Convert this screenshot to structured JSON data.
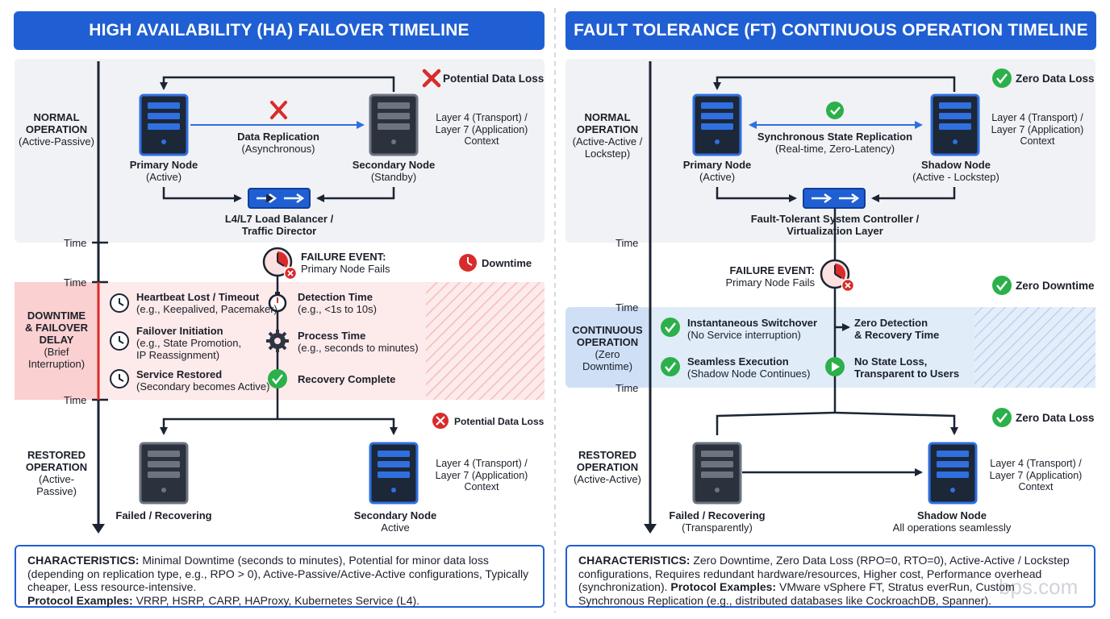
{
  "left": {
    "title": "HIGH AVAILABILITY (HA) FAILOVER TIMELINE",
    "normal_phase": "NORMAL OPERATION (Active-Passive)",
    "normal_phase_l1": "NORMAL",
    "normal_phase_l2": "OPERATION",
    "normal_phase_l3": "(Active-Passive)",
    "data_loss_top": "Potential Data Loss",
    "primary_label": "Primary Node",
    "primary_sub": "(Active)",
    "secondary_label": "Secondary Node",
    "secondary_sub": "(Standby)",
    "replication_label": "Data Replication",
    "replication_sub": "(Asynchronous)",
    "context_l1": "Layer 4 (Transport) /",
    "context_l2": "Layer 7 (Application)",
    "context_l3": "Context",
    "lb_l1": "L4/L7 Load Balancer /",
    "lb_l2": "Traffic Director",
    "time_label": "Time",
    "failure_title": "FAILURE EVENT:",
    "failure_sub": "Primary Node Fails",
    "downtime_badge": "Downtime",
    "delay_l1": "DOWNTIME",
    "delay_l2": "& FAILOVER",
    "delay_l3": "DELAY",
    "delay_l4": "(Brief",
    "delay_l5": "Interruption)",
    "step1_title": "Heartbeat Lost / Timeout",
    "step1_sub": "(e.g., Keepalived, Pacemaker)",
    "step2_title": "Failover Initiation",
    "step2_sub1": "(e.g., State Promotion,",
    "step2_sub2": "IP Reassignment)",
    "step3_title": "Service Restored",
    "step3_sub": "(Secondary becomes Active)",
    "det_title": "Detection Time",
    "det_sub": "(e.g., <1s to 10s)",
    "proc_title": "Process Time",
    "proc_sub": "(e.g., seconds to minutes)",
    "recovery": "Recovery Complete",
    "data_loss_bottom": "Potential Data Loss",
    "restored_l1": "RESTORED",
    "restored_l2": "OPERATION",
    "restored_l3": "(Active-",
    "restored_l4": "Passive)",
    "failed_label": "Failed / Recovering",
    "secondary_active_l1": "Secondary Node",
    "secondary_active_l2": "Active",
    "char_label": "CHARACTERISTICS:",
    "char_text": " Minimal Downtime (seconds to minutes), Potential for minor data loss (depending on replication type, e.g., RPO > 0), Active-Passive/Active-Active configurations, Typically cheaper, Less resource-intensive.",
    "proto_label": "Protocol Examples:",
    "proto_text": " VRRP, HSRP, CARP, HAProxy, Kubernetes Service (L4)."
  },
  "right": {
    "title": "FAULT TOLERANCE (FT) CONTINUOUS OPERATION TIMELINE",
    "normal_l1": "NORMAL",
    "normal_l2": "OPERATION",
    "normal_l3": "(Active-Active /",
    "normal_l4": "Lockstep)",
    "zero_loss_top": "Zero Data Loss",
    "primary_label": "Primary Node",
    "primary_sub": "(Active)",
    "shadow_label": "Shadow Node",
    "shadow_sub": "(Active - Lockstep)",
    "sync_label": "Synchronous State Replication",
    "sync_sub": "(Real-time, Zero-Latency)",
    "context_l1": "Layer 4 (Transport) /",
    "context_l2": "Layer 7 (Application)",
    "context_l3": "Context",
    "ctrl_l1": "Fault-Tolerant System Controller /",
    "ctrl_l2": "Virtualization Layer",
    "time_label": "Time",
    "failure_title": "FAILURE EVENT:",
    "failure_sub": "Primary Node Fails",
    "zero_downtime": "Zero Downtime",
    "cont_l1": "CONTINUOUS",
    "cont_l2": "OPERATION",
    "cont_l3": "(Zero",
    "cont_l4": "Downtime)",
    "inst_title": "Instantaneous Switchover",
    "inst_sub": "(No Service interruption)",
    "seam_title": "Seamless Execution",
    "seam_sub": "(Shadow Node Continues)",
    "zdet_l1": "Zero Detection",
    "zdet_l2": "& Recovery Time",
    "nostate_l1": "No State Loss,",
    "nostate_l2": "Transparent to Users",
    "zero_loss_bottom": "Zero Data Loss",
    "restored_l1": "RESTORED",
    "restored_l2": "OPERATION",
    "restored_l3": "(Active-Active)",
    "failed_label": "Failed / Recovering",
    "failed_sub": "(Transparently)",
    "shadow_active_l1": "Shadow Node",
    "shadow_active_l2": "All operations seamlessly",
    "char_label": "CHARACTERISTICS:",
    "char_text": " Zero Downtime, Zero Data Loss (RPO=0, RTO=0), Active-Active / Lockstep configurations, Requires redundant hardware/resources, Higher cost, Performance overhead (synchronization).",
    "proto_label": "Protocol Examples:",
    "proto_text": " VMware vSphere FT, Stratus everRun, Custom Synchronous Replication (e.g., distributed databases like CockroachDB, Spanner).",
    "watermark": "bps.com"
  },
  "colors": {
    "banner": "#1f5fd3",
    "panel": "#f1f2f5",
    "red_zone": "#fde3e3",
    "blue_zone": "#dde9f8",
    "error_red": "#d92b2b",
    "ok_green": "#2bb04a",
    "server_blue": "#1f5fd3",
    "server_gray": "#4a5361"
  }
}
